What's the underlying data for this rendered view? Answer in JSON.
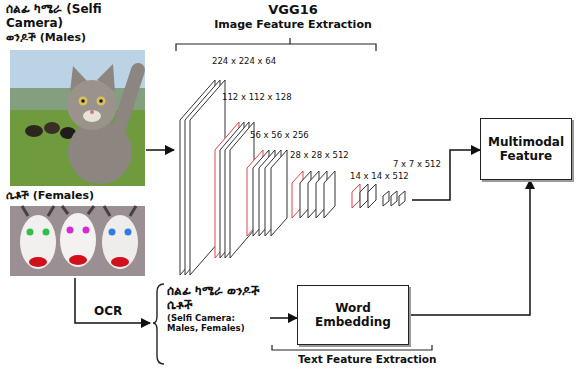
{
  "diagram": {
    "nodes": [
      {
        "text": [
          "ሰልፊ ካሜራ (Selfi Camera)",
          "ወንዶች (Males)"
        ]
      },
      {
        "text": [
          "ሴቶች (Females)"
        ]
      },
      {
        "text": [
          "VGG16",
          "Image Feature Extraction"
        ]
      },
      {
        "text": [
          "ሰልፊ ካሜራ ወንዶች ሴቶች",
          "(Selfi Camera: Males, Females)"
        ]
      },
      {
        "text": [
          "Word Embedding"
        ]
      },
      {
        "text": [
          "Multimodal Feature"
        ]
      }
    ],
    "edges": [
      {
        "from": 0,
        "to": 2,
        "arrow": "to"
      },
      {
        "from": 1,
        "to": 3,
        "label": "OCR",
        "arrow": "to"
      },
      {
        "from": 3,
        "to": 4,
        "arrow": "to"
      },
      {
        "from": 2,
        "to": 5,
        "arrow": "to"
      },
      {
        "from": 4,
        "to": 5,
        "arrow": "to"
      }
    ],
    "labels": [
      "224 x 224 x 64",
      "112 x 112 x 128",
      "56 x 56 x 256",
      "28 x 28 x 512",
      "14 x 14 x 512",
      "7 x 7 x 512",
      "Text Feature Extraction"
    ]
  }
}
